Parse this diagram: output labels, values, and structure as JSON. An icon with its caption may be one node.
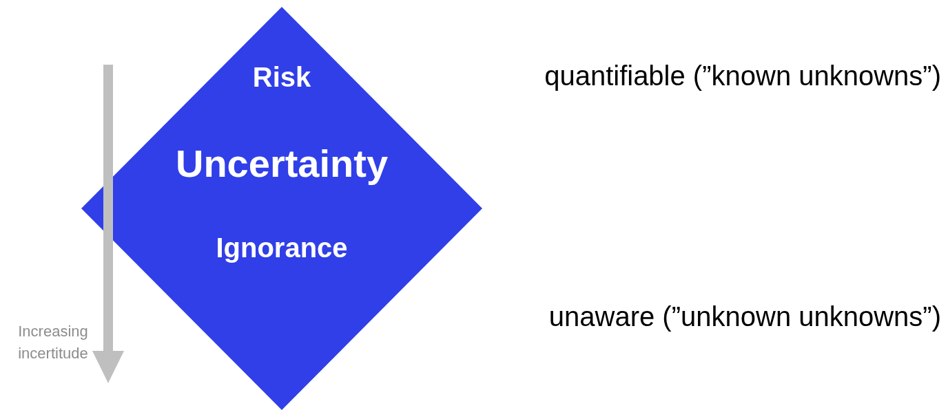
{
  "diagram": {
    "nodes": [
      {
        "text": [
          "Risk",
          "Uncertainty",
          "Ignorance"
        ]
      }
    ],
    "edges": [],
    "labels": [
      "quantifiable (”known unknowns”)",
      "unaware (”unknown unknowns”)",
      "Increasing incertitude"
    ]
  }
}
